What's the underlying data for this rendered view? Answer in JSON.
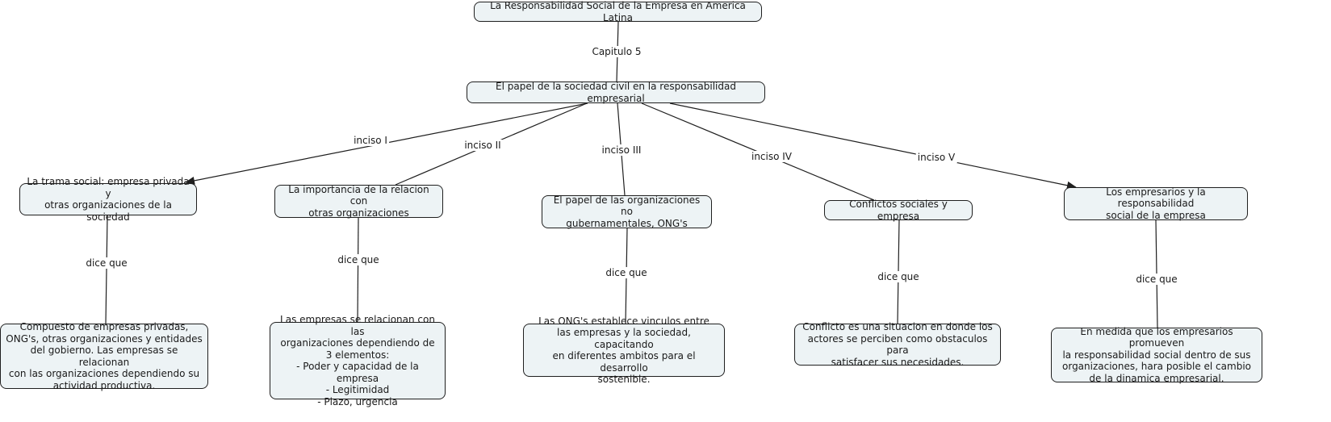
{
  "diagram": {
    "type": "concept-map",
    "root": {
      "id": "root",
      "text": "La Responsabilidad Social de la Empresa en America Latina"
    },
    "chapter": {
      "id": "chapter",
      "text": "El papel de la sociedad civil en la responsabilidad empresarial"
    },
    "root_link_label": "Capitulo 5",
    "sections": [
      {
        "link_label": "inciso I",
        "arrow": true,
        "title": "La trama social: empresa privada y\notras organizaciones de la sociedad",
        "detail_link_label": "dice que",
        "detail": "Compuesto de empresas privadas,\nONG's, otras organizaciones y entidades\ndel gobierno. Las empresas se relacionan\ncon las organizaciones dependiendo su\nactividad productiva."
      },
      {
        "link_label": "inciso II",
        "arrow": false,
        "title": "La importancia de la relacion con\notras organizaciones",
        "detail_link_label": "dice que",
        "detail": "Las empresas se relacionan con las\norganizaciones dependiendo de\n3 elementos:\n- Poder y capacidad de la empresa\n- Legitimidad\n- Plazo, urgencia"
      },
      {
        "link_label": "inciso III",
        "arrow": false,
        "title": "El papel de las organizaciones no\ngubernamentales, ONG's",
        "detail_link_label": "dice que",
        "detail": "Las ONG's establece vinculos entre\nlas empresas y la sociedad, capacitando\nen diferentes ambitos para el desarrollo\nsostenible."
      },
      {
        "link_label": "inciso IV",
        "arrow": false,
        "title": "Conflictos sociales y empresa",
        "detail_link_label": "dice que",
        "detail": "Conflicto es una situacion en donde los\nactores se perciben como obstaculos para\nsatisfacer sus necesidades."
      },
      {
        "link_label": "inciso V",
        "arrow": true,
        "title": "Los empresarios y la responsabilidad\nsocial de la empresa",
        "detail_link_label": "dice que",
        "detail": "En medida que los empresarios promueven\nla responsabilidad social dentro de sus\norganizaciones, hara posible el cambio\nde la dinamica empresarial."
      }
    ]
  },
  "colors": {
    "node_fill": "#edf3f5",
    "node_border": "#1f1f1f",
    "link": "#1f1f1f",
    "background": "#ffffff"
  }
}
